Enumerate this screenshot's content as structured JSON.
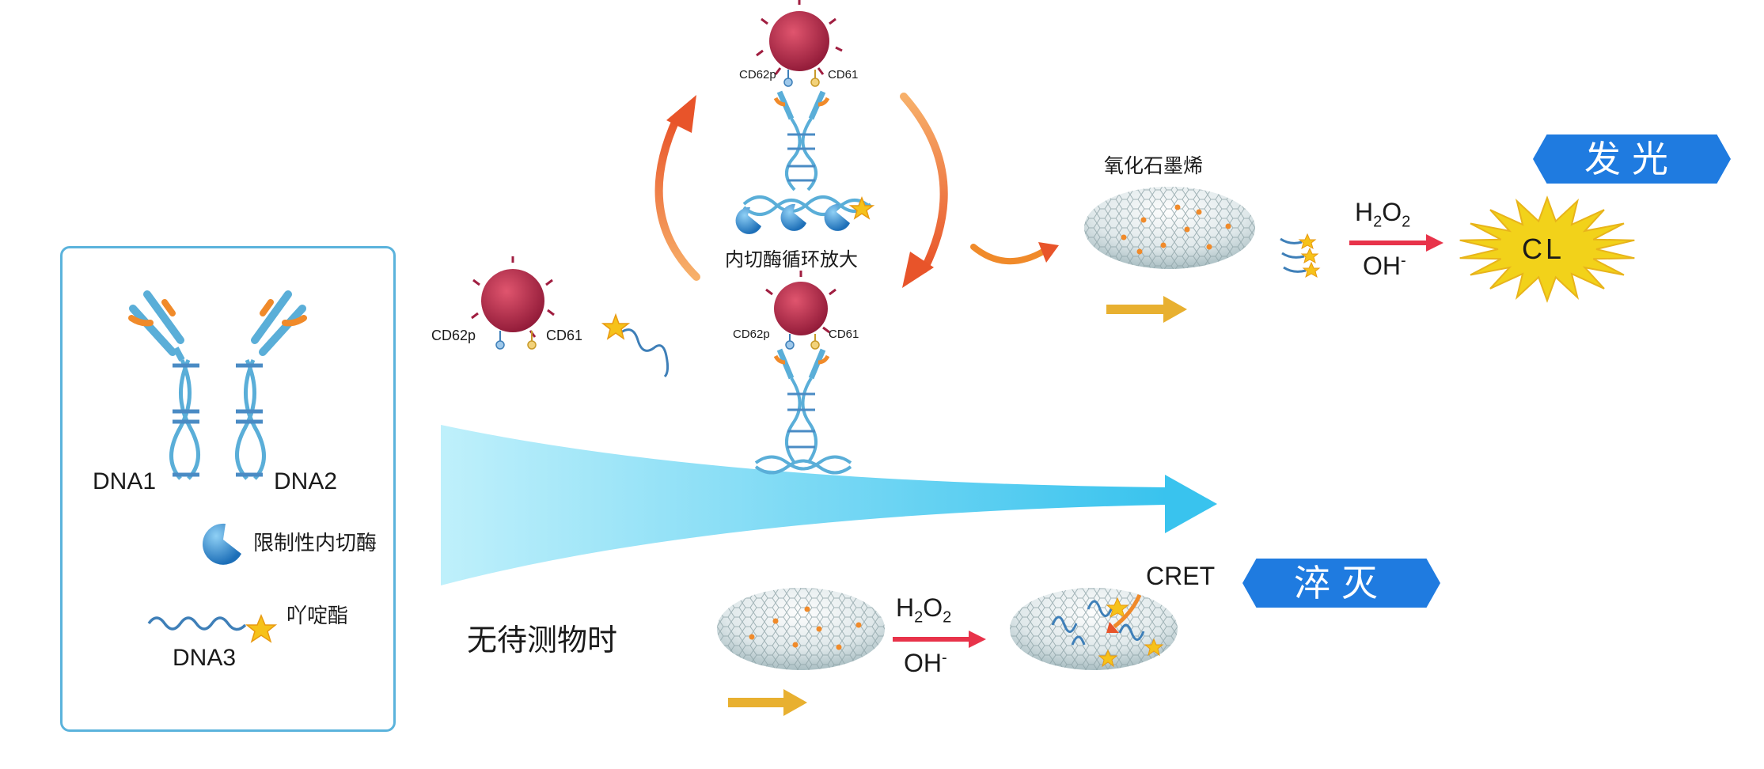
{
  "legend": {
    "dna1": "DNA1",
    "dna2": "DNA2",
    "enzyme": "限制性内切酶",
    "acridinium": "吖啶酯",
    "dna3": "DNA3"
  },
  "top": {
    "cd62p_a": "CD62p",
    "cd61_a": "CD61",
    "cycle_label": "内切酶循环放大",
    "cd62p_b": "CD62p",
    "cd61_b": "CD61",
    "cd62p_c": "CD62p",
    "cd61_c": "CD61",
    "go_label": "氧化石墨烯",
    "h2o2": "H",
    "h2o2_sub1": "2",
    "h2o2_o": "O",
    "h2o2_sub2": "2",
    "oh": "OH",
    "oh_sup": "-",
    "cl": "CL",
    "badge_emit": "发光"
  },
  "bottom": {
    "absent_label": "无待测物时",
    "h2o2": "H",
    "h2o2_sub1": "2",
    "h2o2_o": "O",
    "h2o2_sub2": "2",
    "oh": "OH",
    "oh_sup": "-",
    "cret": "CRET",
    "badge_quench": "淬灭"
  },
  "colors": {
    "accent_blue": "#1f7be0",
    "border_blue": "#5bb3dc",
    "dna_blue": "#5aaed8",
    "orange": "#f08a2a",
    "arrow_yellow": "#e8b030",
    "reaction_red": "#e8334a",
    "cell_red": "#b02446",
    "cl_yellow": "#f2d21a"
  }
}
